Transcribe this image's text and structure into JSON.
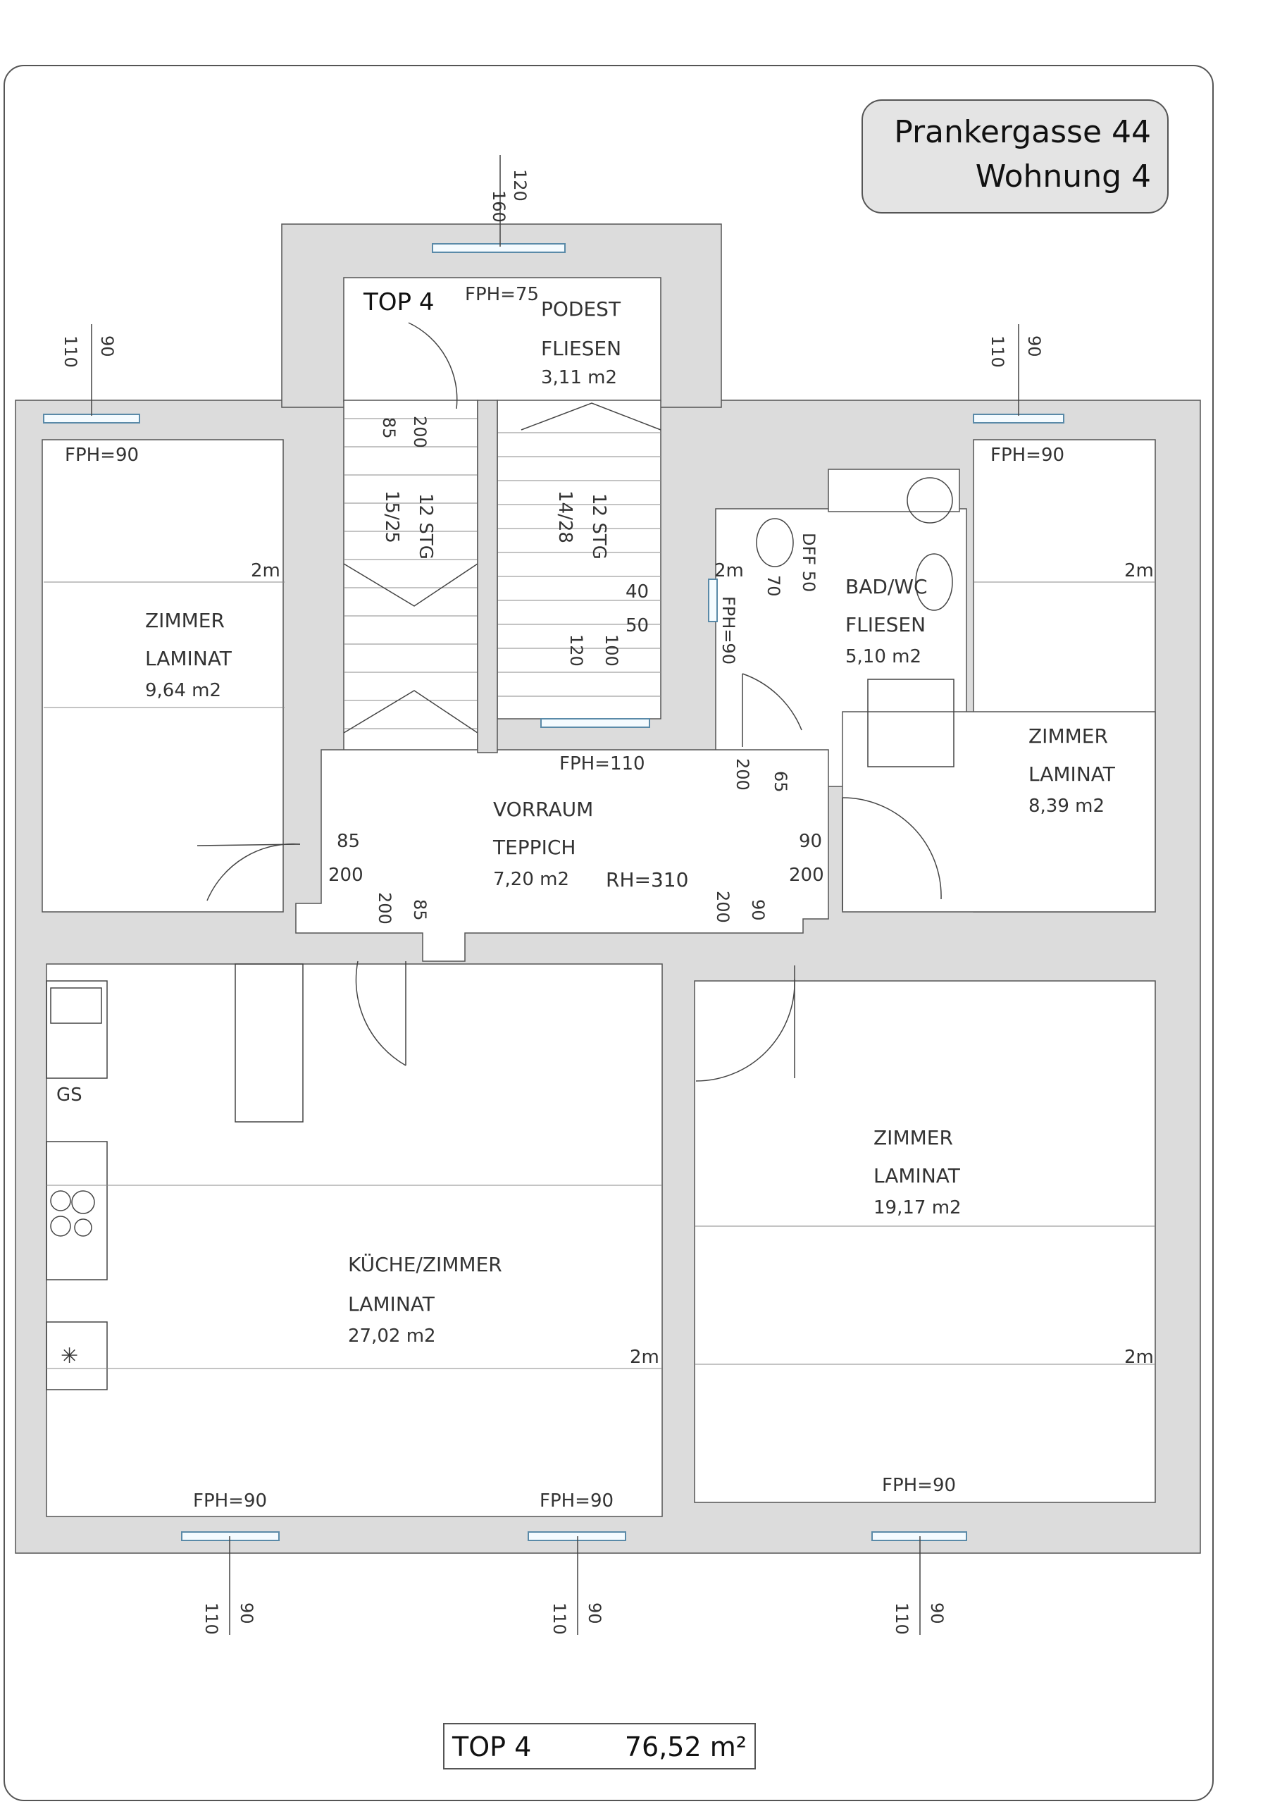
{
  "title_box": {
    "line1": "Prankergasse 44",
    "line2": "Wohnung 4"
  },
  "footer": {
    "unit": "TOP 4",
    "area": "76,52 m²"
  },
  "top_label": "TOP 4",
  "rooms": {
    "podest": {
      "name": "PODEST",
      "floor": "FLIESEN",
      "area": "3,11 m2"
    },
    "zimmer_left": {
      "name": "ZIMMER",
      "floor": "LAMINAT",
      "area": "9,64 m2"
    },
    "bad": {
      "name": "BAD/WC",
      "floor": "FLIESEN",
      "area": "5,10 m2"
    },
    "zimmer_right_small": {
      "name": "ZIMMER",
      "floor": "LAMINAT",
      "area": "8,39 m2"
    },
    "vorraum": {
      "name": "VORRAUM",
      "floor": "TEPPICH",
      "area": "7,20 m2",
      "rh": "RH=310"
    },
    "kueche": {
      "name": "KÜCHE/ZIMMER",
      "floor": "LAMINAT",
      "area": "27,02 m2"
    },
    "zimmer_right_large": {
      "name": "ZIMMER",
      "floor": "LAMINAT",
      "area": "19,17 m2"
    }
  },
  "windows": {
    "top": {
      "fph": "FPH=75",
      "d1": "160",
      "d2": "120"
    },
    "left": {
      "fph": "FPH=90",
      "d1": "110",
      "d2": "90"
    },
    "right": {
      "fph": "FPH=90",
      "d1": "110",
      "d2": "90"
    },
    "stair": {
      "fph": "FPH=110"
    },
    "bath": {
      "fph": "FPH=90"
    },
    "bottom_left": {
      "fph": "FPH=90",
      "d1": "110",
      "d2": "90"
    },
    "bottom_mid": {
      "fph": "FPH=90",
      "d1": "110",
      "d2": "90"
    },
    "bottom_right": {
      "fph": "FPH=90",
      "d1": "110",
      "d2": "90"
    }
  },
  "stairs": {
    "left": {
      "steps": "12 STG",
      "ratio": "15/25",
      "d1": "200",
      "d2": "85"
    },
    "right": {
      "steps": "12 STG",
      "ratio": "14/28",
      "d1": "120",
      "d2": "100"
    }
  },
  "doors": {
    "left": {
      "w": "85",
      "h": "200"
    },
    "right": {
      "w": "90",
      "h": "200"
    },
    "kueche": {
      "h": "200",
      "w": "85"
    },
    "zimmer": {
      "h": "200",
      "w": "90"
    },
    "bad": {
      "h": "200",
      "w": "65"
    },
    "niche": {
      "a": "40",
      "b": "50"
    },
    "dff": "DFF 50",
    "dff_h": "70"
  },
  "height_marks": [
    "2m",
    "2m",
    "2m",
    "2m",
    "2m"
  ],
  "kitchen": {
    "gs": "GS",
    "fridge": "✳"
  }
}
